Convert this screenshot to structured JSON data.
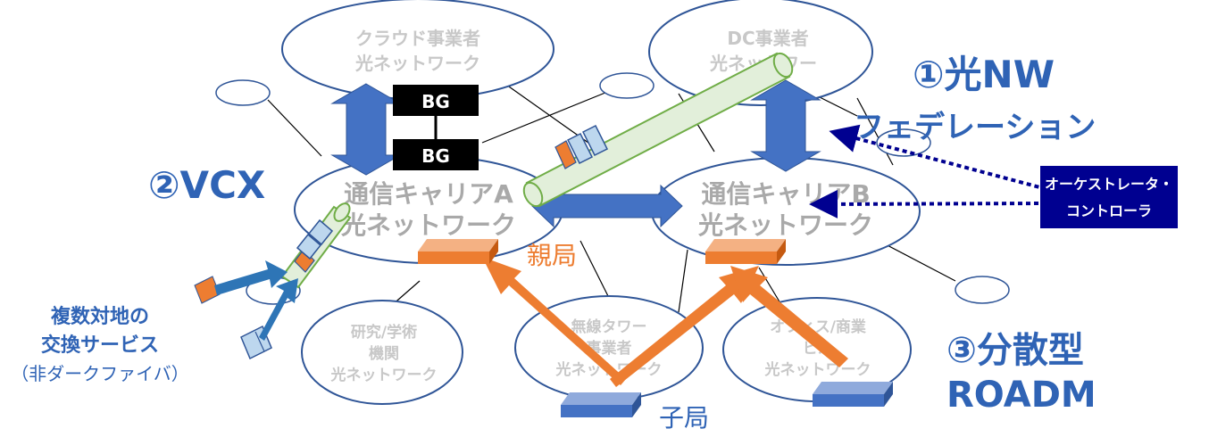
{
  "networks": {
    "cloud": {
      "line1": "クラウド事業者",
      "line2": "光ネットワーク"
    },
    "dc": {
      "line1": "DC事業者",
      "line2": "光ネットワー"
    },
    "carrier_a": {
      "line1": "通信キャリアA",
      "line2": "光ネットワーク"
    },
    "carrier_b": {
      "line1": "通信キャリアB",
      "line2": "光ネットワーク"
    },
    "research": {
      "line1": "研究/学術",
      "line2": "機関",
      "line3": "光ネットワーク"
    },
    "tower": {
      "line1": "無線タワー",
      "line2": "事業者",
      "line3": "光ネットワーク"
    },
    "office": {
      "line1": "オフィス/商業",
      "line2": "ビル",
      "line3": "光ネットワーク"
    }
  },
  "gateways": {
    "top": "BG",
    "bottom": "BG"
  },
  "labels": {
    "fed_line1": "①光NW",
    "fed_line2": "フェデレーション",
    "vcx": "②VCX",
    "roadm_line1": "③分散型",
    "roadm_line2": "ROADM",
    "parent_station": "親局",
    "child_station": "子局",
    "multi_line1": "複数対地の",
    "multi_line2": "交換サービス",
    "multi_line3": "（非ダークファイバ）"
  },
  "orchestrator": {
    "line1": "オーケストレータ・",
    "line2": "コントローラ"
  },
  "colors": {
    "accent_blue": "#2f63b5",
    "arrow_blue": "#4472c4",
    "orange": "#ed7d31",
    "navy": "#000090",
    "oval_stroke": "#2f5597",
    "tube_fill": "#e2efda",
    "tube_stroke": "#70ad47"
  }
}
